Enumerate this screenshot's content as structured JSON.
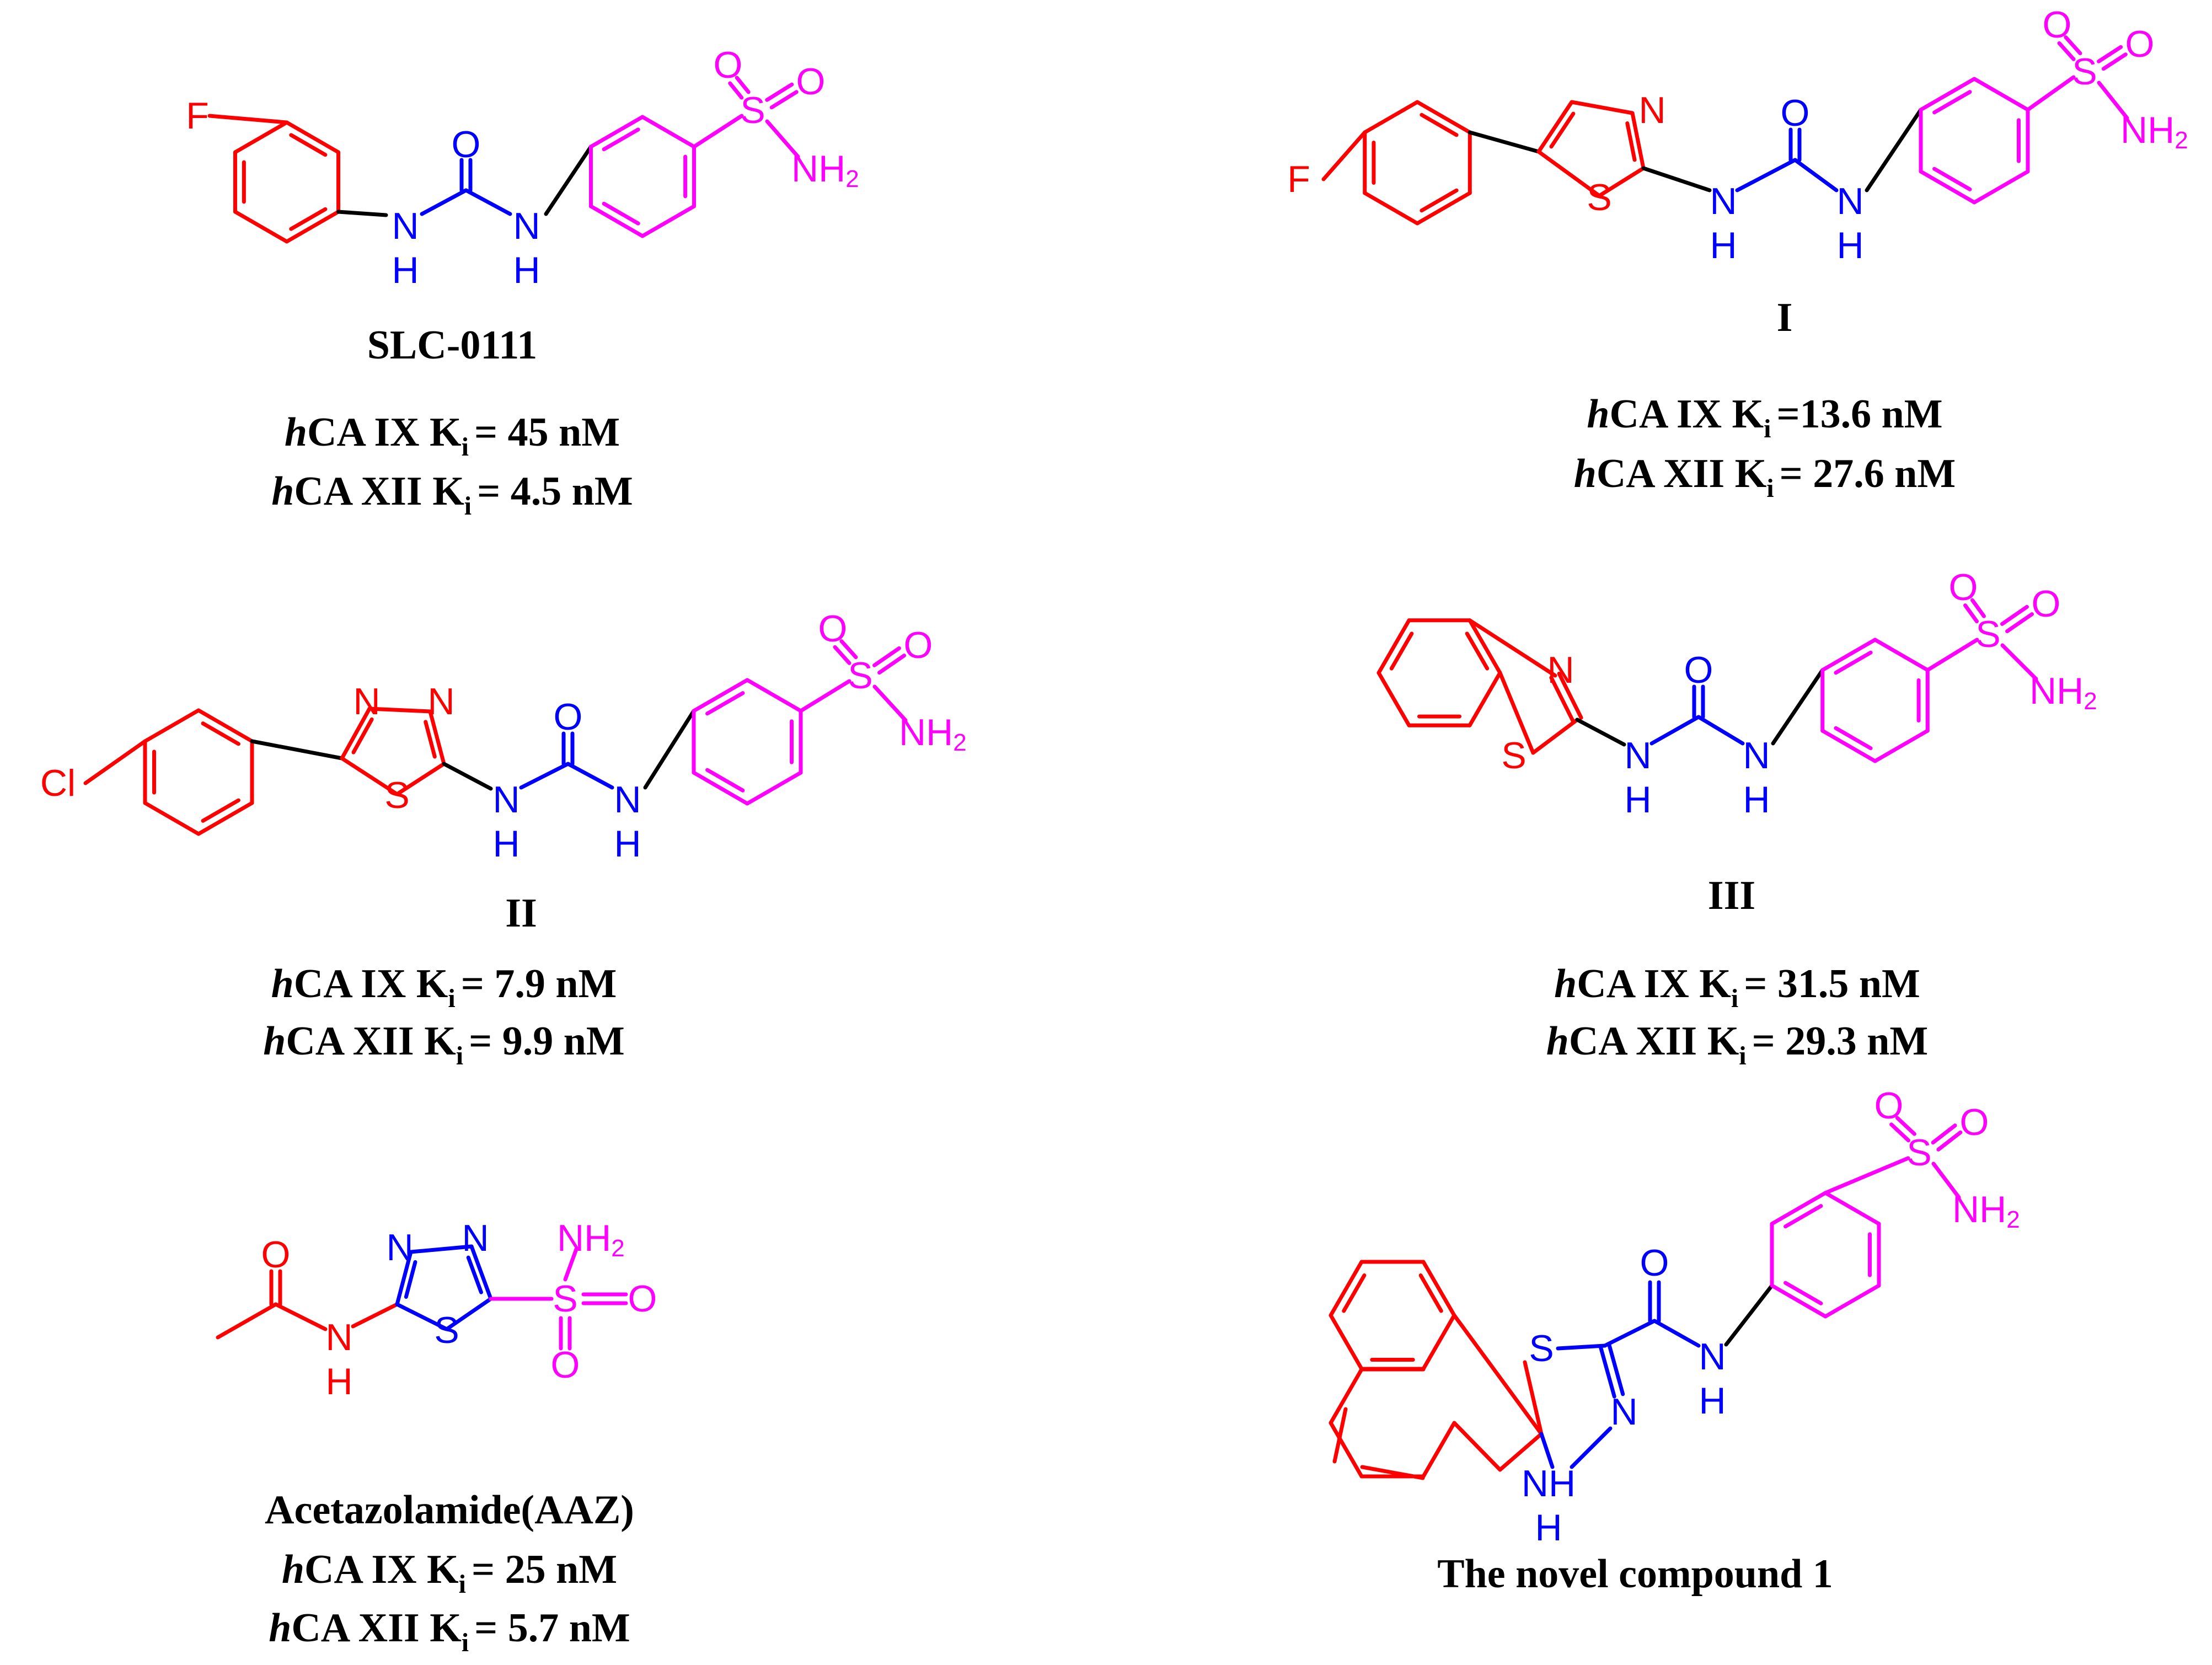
{
  "colors": {
    "scaffold": "#ff0000",
    "linker": "#0000ff",
    "sulfonamide": "#ff00ff",
    "bond": "#000000",
    "caption": "#000000"
  },
  "atoms": {
    "F": "F",
    "Cl": "Cl",
    "S": "S",
    "O": "O",
    "N": "N",
    "H": "H",
    "NH": "NH",
    "NH_prefix": "NH",
    "H_sub": "2"
  },
  "compounds": [
    {
      "name": "SLC-0111",
      "activity": [
        {
          "prefix": "h",
          "isoform": "CA IX K",
          "sub": "i",
          "value": "= 45 nM"
        },
        {
          "prefix": "h",
          "isoform": "CA XII K",
          "sub": "i",
          "value": "= 4.5 nM"
        }
      ]
    },
    {
      "name": "I",
      "activity": [
        {
          "prefix": "h",
          "isoform": "CA IX K",
          "sub": "i",
          "value": "=13.6 nM"
        },
        {
          "prefix": "h",
          "isoform": "CA XII K",
          "sub": "i",
          "value": "= 27.6 nM"
        }
      ]
    },
    {
      "name": "II",
      "activity": [
        {
          "prefix": "h",
          "isoform": "CA IX K",
          "sub": "i",
          "value": "= 7.9 nM"
        },
        {
          "prefix": "h",
          "isoform": "CA XII K",
          "sub": "i",
          "value": "= 9.9 nM"
        }
      ]
    },
    {
      "name": "III",
      "activity": [
        {
          "prefix": "h",
          "isoform": "CA IX K",
          "sub": "i",
          "value": "= 31.5 nM"
        },
        {
          "prefix": "h",
          "isoform": "CA XII K",
          "sub": "i",
          "value": "= 29.3 nM"
        }
      ]
    },
    {
      "name": "Acetazolamide(AAZ)",
      "activity": [
        {
          "prefix": "h",
          "isoform": "CA IX K",
          "sub": "i",
          "value": "= 25 nM"
        },
        {
          "prefix": "h",
          "isoform": "CA XII K",
          "sub": "i",
          "value": "= 5.7 nM"
        }
      ]
    },
    {
      "name": "The novel compound 1",
      "activity": []
    }
  ]
}
